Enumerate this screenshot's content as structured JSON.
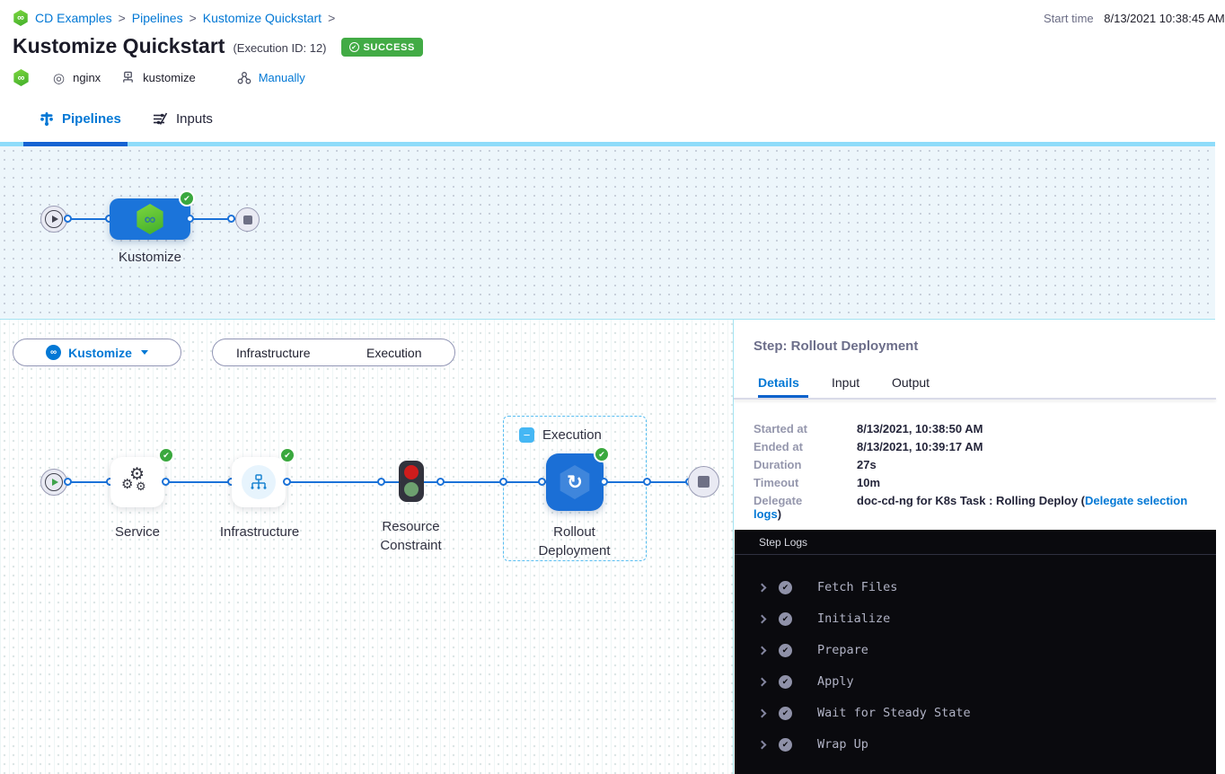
{
  "colors": {
    "accent_blue": "#0278d5",
    "success_green": "#42ab45",
    "node_blue": "#1b72d8",
    "tab_underline_active": "#1563d2",
    "tab_underline_track": "#8edcfa",
    "log_background": "#0a0a0e"
  },
  "breadcrumb": {
    "separator": ">",
    "items": [
      {
        "label": "CD Examples"
      },
      {
        "label": "Pipelines"
      },
      {
        "label": "Kustomize Quickstart"
      }
    ]
  },
  "header": {
    "title": "Kustomize Quickstart",
    "execution_id": "(Execution ID: 12)",
    "status_badge": "SUCCESS",
    "start_time_label": "Start time",
    "start_time_value": "8/13/2021 10:38:45 AM",
    "service_name": "nginx",
    "environment_name": "kustomize",
    "trigger_label": "Manually"
  },
  "tabs": {
    "pipelines": "Pipelines",
    "inputs": "Inputs"
  },
  "stage_graph": {
    "stage_label": "Kustomize"
  },
  "canvas": {
    "stage_selector_label": "Kustomize",
    "toggle_infrastructure": "Infrastructure",
    "toggle_execution": "Execution",
    "group_label": "Execution",
    "steps": [
      {
        "label": "Service"
      },
      {
        "label": "Infrastructure"
      },
      {
        "label": "Resource Constraint"
      },
      {
        "label": "Rollout Deployment"
      }
    ]
  },
  "panel": {
    "title": "Step: Rollout Deployment",
    "tab_details": "Details",
    "tab_input": "Input",
    "tab_output": "Output",
    "details_rows": [
      {
        "label": "Started at",
        "value": "8/13/2021, 10:38:50 AM"
      },
      {
        "label": "Ended at",
        "value": "8/13/2021, 10:39:17 AM"
      },
      {
        "label": "Duration",
        "value": "27s"
      },
      {
        "label": "Timeout",
        "value": "10m"
      },
      {
        "label": "Delegate",
        "value": "doc-cd-ng for K8s Task : Rolling Deploy (",
        "link": "Delegate selection logs",
        "suffix": ")"
      }
    ],
    "logs": {
      "title": "Step Logs",
      "sections": [
        {
          "label": "Fetch Files"
        },
        {
          "label": "Initialize"
        },
        {
          "label": "Prepare"
        },
        {
          "label": "Apply"
        },
        {
          "label": "Wait for Steady State"
        },
        {
          "label": "Wrap Up"
        }
      ]
    }
  }
}
